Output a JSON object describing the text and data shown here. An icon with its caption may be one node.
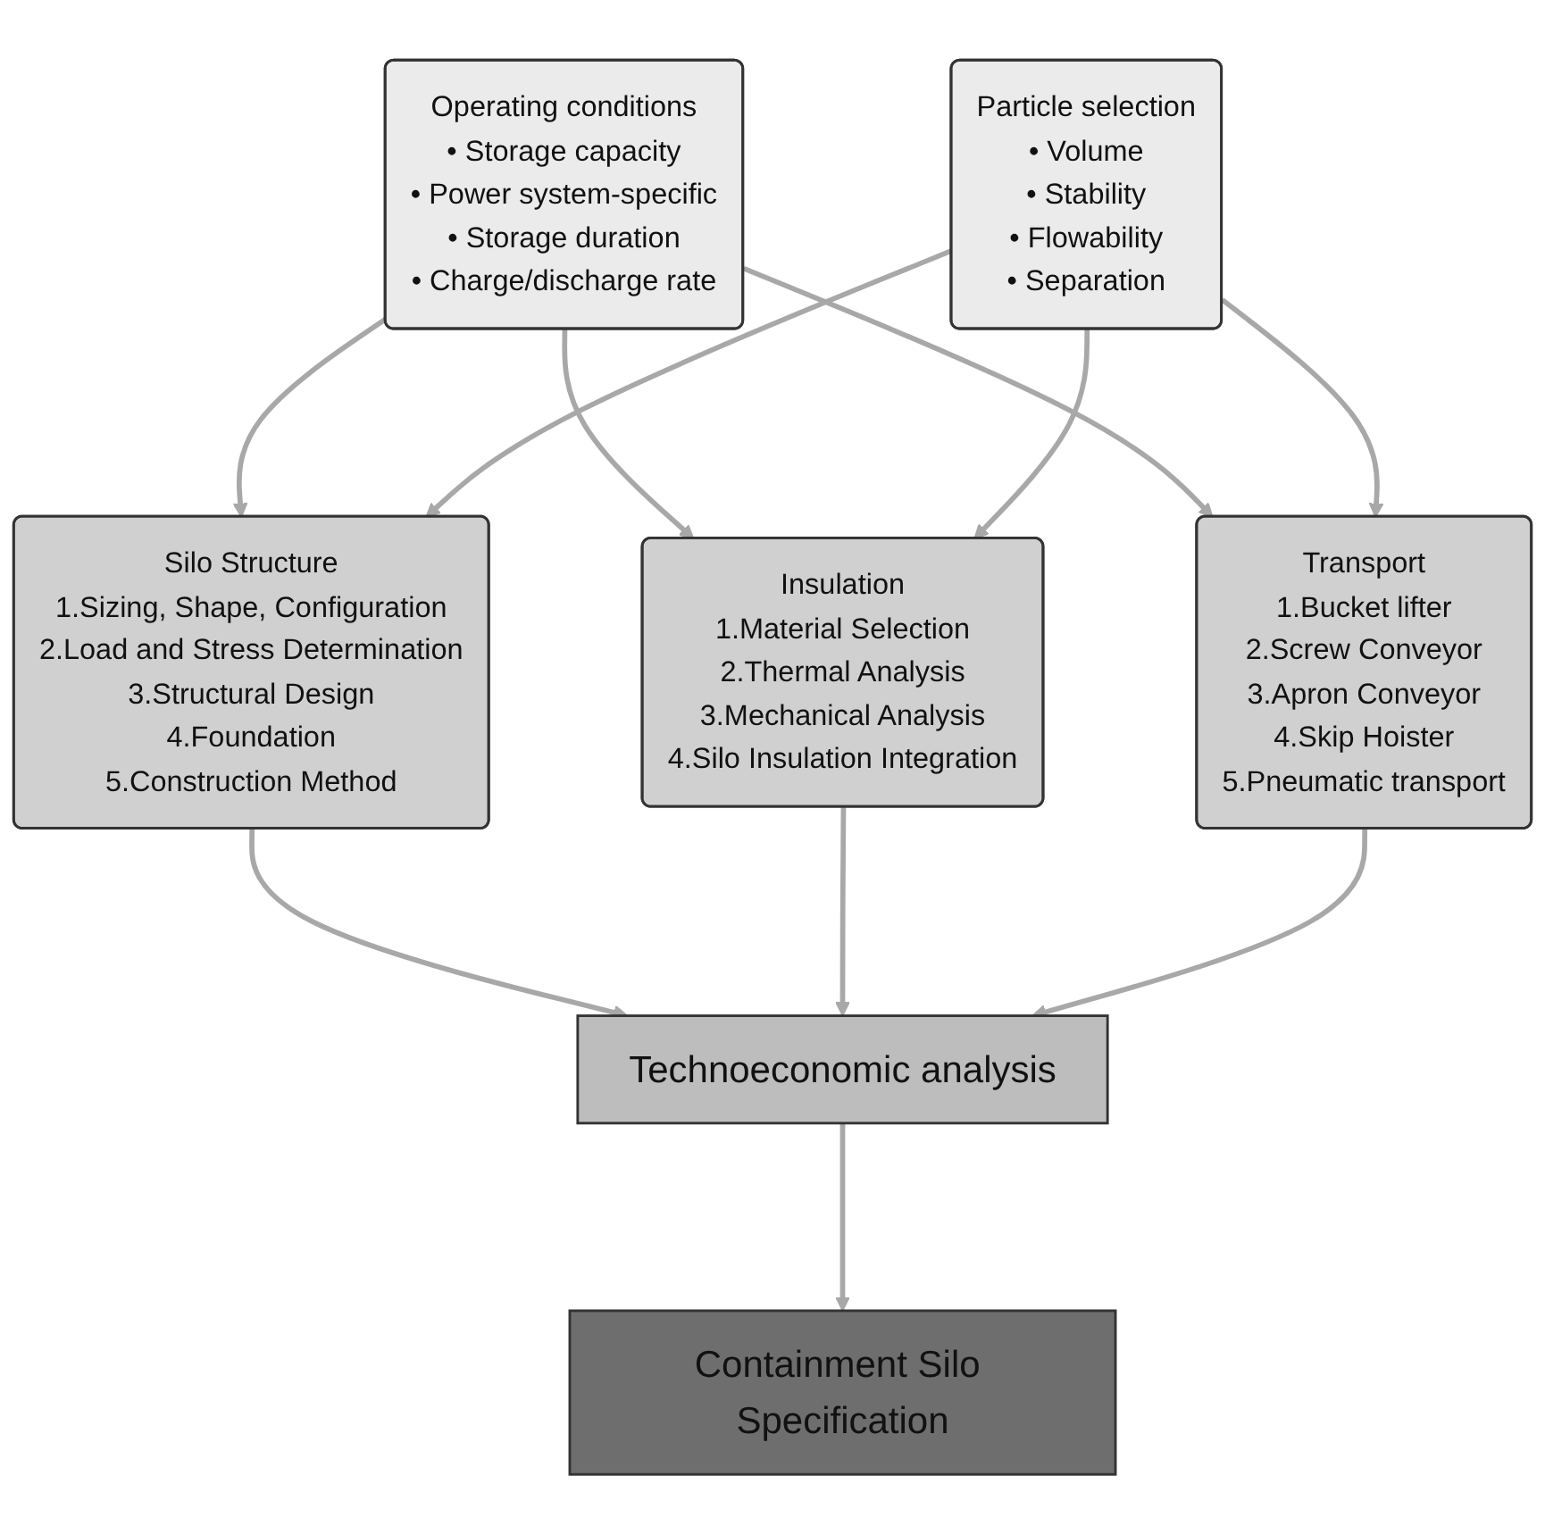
{
  "diagram": {
    "nodes": [
      {
        "text": [
          "Operating conditions",
          "• Storage capacity",
          "• Power system-specific",
          "• Storage duration",
          "• Charge/discharge rate"
        ]
      },
      {
        "text": [
          "Particle selection",
          "• Volume",
          "• Stability",
          "• Flowability",
          "• Separation"
        ]
      },
      {
        "text": [
          "Silo Structure",
          "1.Sizing, Shape, Configuration",
          "2.Load and Stress Determination",
          "3.Structural Design",
          "4.Foundation",
          "5.Construction Method"
        ]
      },
      {
        "text": [
          "Insulation",
          "1.Material Selection",
          "2.Thermal Analysis",
          "3.Mechanical Analysis",
          "4.Silo Insulation Integration"
        ]
      },
      {
        "text": [
          "Transport",
          "1.Bucket lifter",
          "2.Screw Conveyor",
          "3.Apron Conveyor",
          "4.Skip Hoister",
          "5.Pneumatic transport"
        ]
      },
      {
        "text": [
          "Technoeconomic analysis"
        ]
      },
      {
        "text": [
          "Containment Silo Specification"
        ]
      }
    ],
    "edges": [
      {
        "from": 0,
        "to": 2,
        "arrow": "to"
      },
      {
        "from": 0,
        "to": 3,
        "arrow": "to"
      },
      {
        "from": 0,
        "to": 4,
        "arrow": "to"
      },
      {
        "from": 1,
        "to": 2,
        "arrow": "to"
      },
      {
        "from": 1,
        "to": 3,
        "arrow": "to"
      },
      {
        "from": 1,
        "to": 4,
        "arrow": "to"
      },
      {
        "from": 2,
        "to": 5,
        "arrow": "to"
      },
      {
        "from": 3,
        "to": 5,
        "arrow": "to"
      },
      {
        "from": 4,
        "to": 5,
        "arrow": "to"
      },
      {
        "from": 5,
        "to": 6,
        "arrow": "to"
      }
    ]
  }
}
